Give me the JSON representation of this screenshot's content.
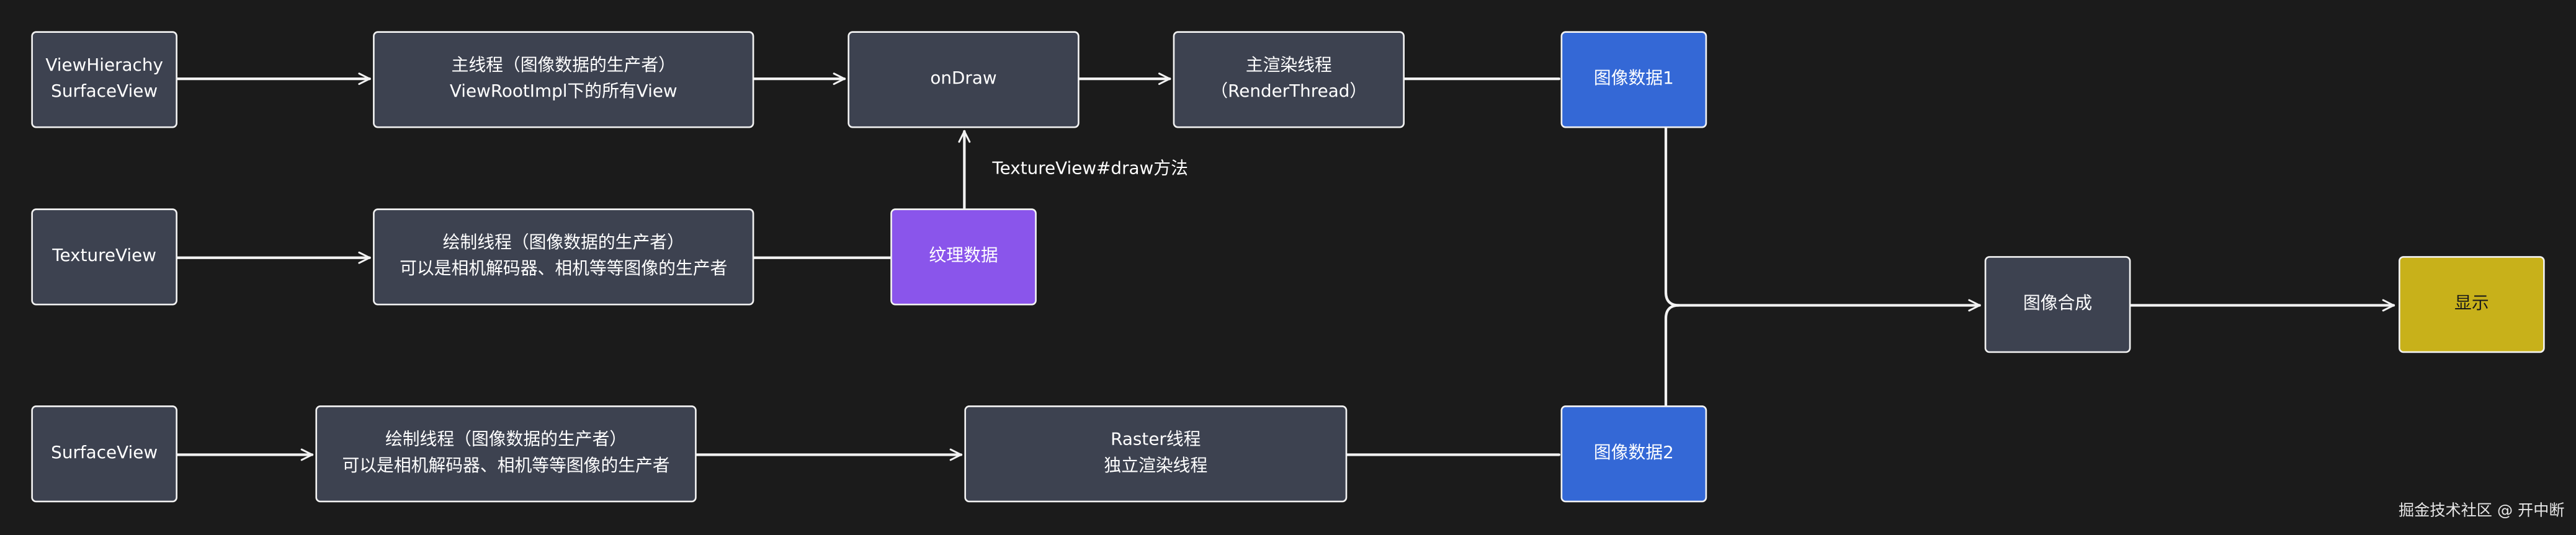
{
  "nodes": {
    "view_hierarchy": [
      "ViewHierachy",
      "SurfaceView"
    ],
    "main_thread": [
      "主线程（图像数据的生产者）",
      "ViewRootImpl下的所有View"
    ],
    "on_draw": [
      "onDraw"
    ],
    "render_thread": [
      "主渲染线程",
      "（RenderThread）"
    ],
    "image_data_1": [
      "图像数据1"
    ],
    "texture_view": [
      "TextureView"
    ],
    "draw_thread_texture": [
      "绘制线程（图像数据的生产者）",
      "可以是相机解码器、相机等等图像的生产者"
    ],
    "texture_data": [
      "纹理数据"
    ],
    "surface_view": [
      "SurfaceView"
    ],
    "draw_thread_surface": [
      "绘制线程（图像数据的生产者）",
      "可以是相机解码器、相机等等图像的生产者"
    ],
    "raster_thread": [
      "Raster线程",
      "独立渲染线程"
    ],
    "image_data_2": [
      "图像数据2"
    ],
    "composition": [
      "图像合成"
    ],
    "display": [
      "显示"
    ]
  },
  "edge_labels": {
    "texture_to_ondraw": "TextureView#draw方法"
  },
  "watermark": "掘金技术社区 @ 开中断",
  "colors": {
    "background": "#1b1b1b",
    "node_default": "#3d4250",
    "node_blue": "#3468d6",
    "node_purple": "#8a55eb",
    "node_yellow": "#c8b11a",
    "stroke": "#f2f2f2"
  }
}
